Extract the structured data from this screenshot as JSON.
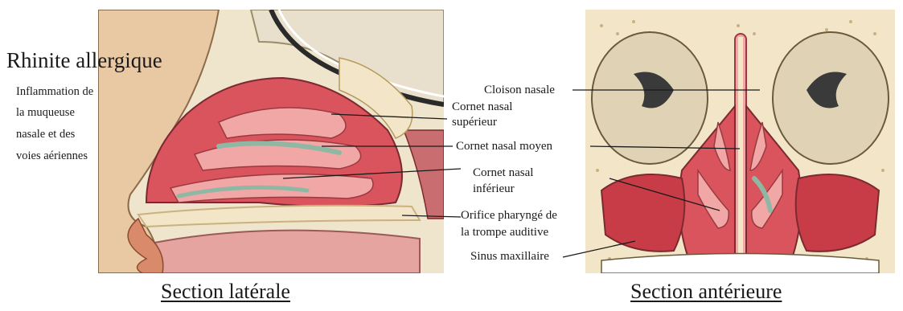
{
  "header": {
    "title": "Rhinite allergique",
    "description_lines": [
      "Inflammation de",
      "la muqueuse",
      "nasale et des",
      "voies aériennes"
    ]
  },
  "labels": {
    "cloison_nasale": "Cloison nasale",
    "cornet_superieur_l1": "Cornet nasal",
    "cornet_superieur_l2": "supérieur",
    "cornet_moyen": "Cornet nasal moyen",
    "cornet_inferieur_l1": "Cornet nasal",
    "cornet_inferieur_l2": "inférieur",
    "orifice_l1": "Orifice pharyngé de",
    "orifice_l2": "la trompe auditive",
    "sinus_maxillaire": "Sinus maxillaire"
  },
  "captions": {
    "lateral": "Section latérale",
    "anterior": "Section antérieure"
  },
  "colors": {
    "mucosa": "#d9545c",
    "mucosa_light": "#f1a7a6",
    "bone": "#f3e6c8",
    "bone_dark": "#c9b27e",
    "cavity": "#b3303c",
    "brain": "#e8e0cc",
    "inflamed_patch": "#8fb8a4"
  }
}
